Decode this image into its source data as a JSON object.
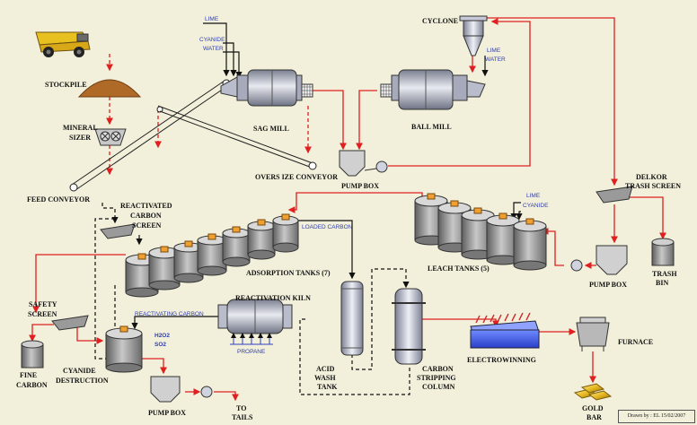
{
  "labels": {
    "stockpile": "STOCKPILE",
    "mineral_sizer": [
      "MINERAL",
      "SIZER"
    ],
    "feed_conveyor": "FEED CONVEYOR",
    "sag_mill": "SAG MILL",
    "ball_mill": "BALL MILL",
    "cyclone": "CYCLONE",
    "oversize_conveyor": "OVERS IZE CONVEYOR",
    "pump_box": "PUMP BOX",
    "delkor_trash_screen": [
      "DELKOR",
      "TRASH SCREEN"
    ],
    "reactivated_carbon_screen": [
      "REACTIVATED",
      "CARBON",
      "SCREEN"
    ],
    "adsorption_tanks": "ADSORPTION TANKS (7)",
    "leach_tanks": "LEACH TANKS (5)",
    "trash_bin": [
      "TRASH",
      "BIN"
    ],
    "safety_screen": [
      "SAFETY",
      "SCREEN"
    ],
    "fine_carbon": [
      "FINE",
      "CARBON"
    ],
    "cyanide_destruction": [
      "CYANIDE",
      "DESTRUCTION"
    ],
    "reactivation_kiln": "REACTIVATION KILN",
    "acid_wash_tank": [
      "ACID",
      "WASH",
      "TANK"
    ],
    "carbon_stripping_column": [
      "CARBON",
      "STRIPPING",
      "COLUMN"
    ],
    "electrowinning": "ELECTROWINNING",
    "furnace": "FURNACE",
    "gold_bar": [
      "GOLD",
      "BAR"
    ],
    "to_tails": [
      "TO",
      "TAILS"
    ]
  },
  "reagents": {
    "lime": "LIME",
    "cyanide": "CYANIDE",
    "water": "WATER",
    "loaded_carbon": "LOADED CARBON",
    "reactivating_carbon": "REACTIVATING CARBON",
    "propane": "PROPANE",
    "h2o2": "H2O2",
    "so2": "SO2"
  },
  "credit": "Drawn by : EL 15/02/2007",
  "colors": {
    "background": "#f2efda",
    "slurry_flow": "#e02020",
    "carbon_flow": "#111111",
    "reagent_text": "#2f3fb0",
    "truck": "#e8c020",
    "ore": "#b06a28",
    "gold": "#e6b820",
    "tank_body": "#8f8f8f"
  }
}
